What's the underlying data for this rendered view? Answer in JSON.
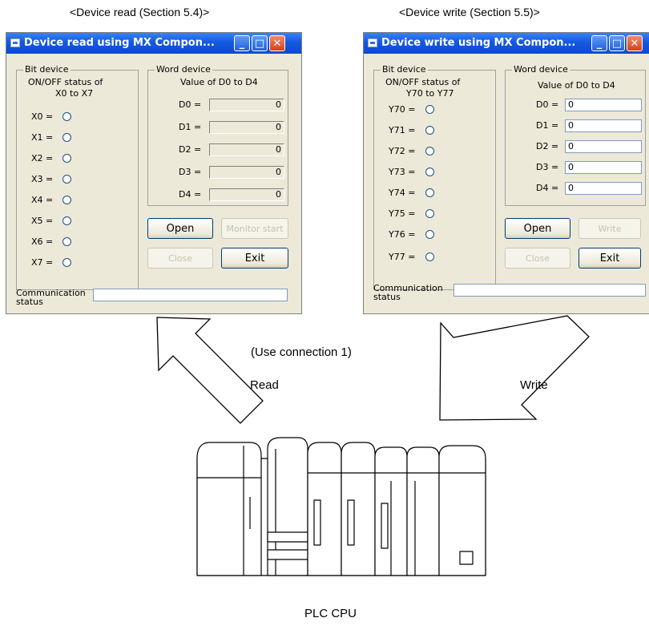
{
  "captions": {
    "read": "<Device read (Section 5.4)>",
    "write": "<Device write (Section 5.5)>"
  },
  "read_window": {
    "title": "Device read using MX Compon...",
    "title_buttons": [
      "minimize-icon",
      "maximize-icon",
      "close-icon"
    ],
    "bit_group": {
      "label": "Bit device",
      "desc1": "ON/OFF status of",
      "desc2": "X0 to X7",
      "items": [
        "X0 =",
        "X1 =",
        "X2 =",
        "X3 =",
        "X4 =",
        "X5 =",
        "X6 =",
        "X7 ="
      ]
    },
    "word_group": {
      "label": "Word device",
      "desc": "Value of D0 to D4",
      "items": [
        {
          "label": "D0 =",
          "value": "0"
        },
        {
          "label": "D1 =",
          "value": "0"
        },
        {
          "label": "D2 =",
          "value": "0"
        },
        {
          "label": "D3 =",
          "value": "0"
        },
        {
          "label": "D4 =",
          "value": "0"
        }
      ]
    },
    "buttons": {
      "open": "Open",
      "monitor": "Monitor start",
      "close": "Close",
      "exit": "Exit"
    },
    "comm": {
      "label1": "Communication",
      "label2": "status",
      "value": ""
    }
  },
  "write_window": {
    "title": "Device write using MX Compon...",
    "title_buttons": [
      "minimize-icon",
      "maximize-icon",
      "close-icon"
    ],
    "bit_group": {
      "label": "Bit device",
      "desc1": "ON/OFF status of",
      "desc2": "Y70 to Y77",
      "items": [
        "Y70 =",
        "Y71 =",
        "Y72 =",
        "Y73 =",
        "Y74 =",
        "Y75 =",
        "Y76 =",
        "Y77 ="
      ]
    },
    "word_group": {
      "label": "Word device",
      "desc": "Value of D0 to D4",
      "items": [
        {
          "label": "D0 =",
          "value": "0"
        },
        {
          "label": "D1 =",
          "value": "0"
        },
        {
          "label": "D2 =",
          "value": "0"
        },
        {
          "label": "D3 =",
          "value": "0"
        },
        {
          "label": "D4 =",
          "value": "0"
        }
      ]
    },
    "buttons": {
      "open": "Open",
      "write": "Write",
      "close": "Close",
      "exit": "Exit"
    },
    "comm": {
      "label1": "Communication",
      "label2": "status",
      "value": ""
    }
  },
  "connection_label": "(Use connection 1)",
  "arrow_read_label": "Read",
  "arrow_write_label": "Write",
  "plc_label": "PLC CPU"
}
